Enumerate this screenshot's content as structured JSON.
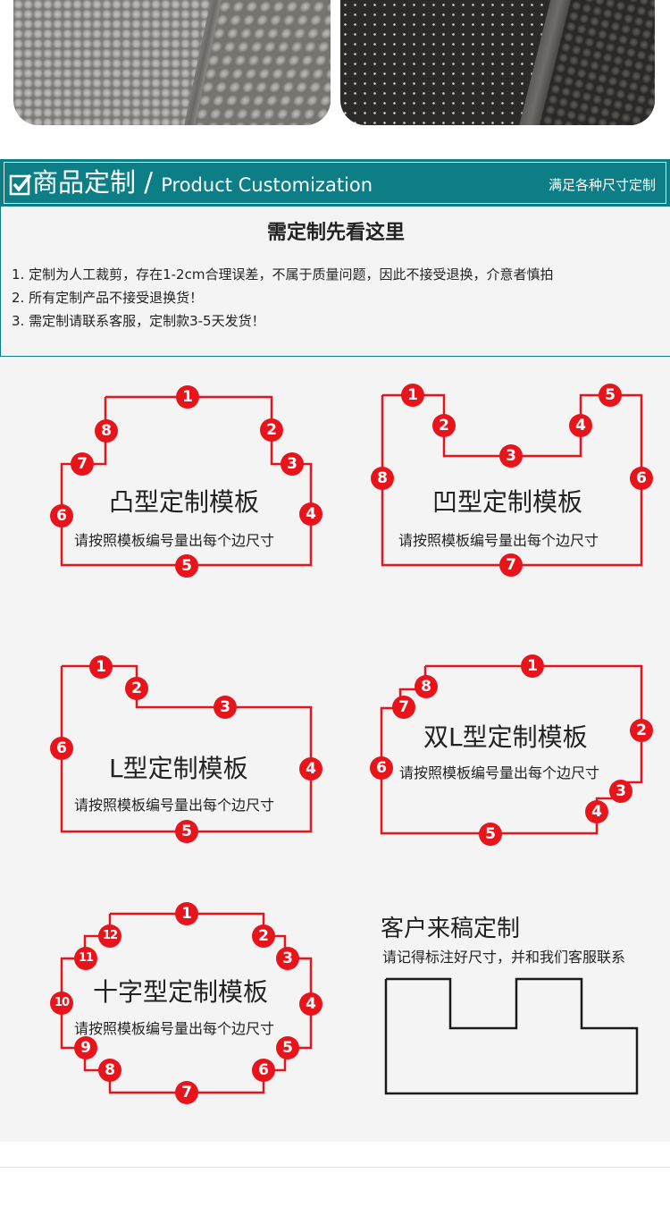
{
  "banner": {
    "title": "商品定制",
    "separator": "/",
    "title_en": "Product Customization",
    "note": "满足各种尺寸定制",
    "bg_color": "#0e7e86"
  },
  "notice": {
    "title": "需定制先看这里",
    "items": [
      "1.  定制为人工裁剪，存在1-2cm合理误差，不属于质量问题，因此不接受退换，介意者慎拍",
      "2.  所有定制产品不接受退换货！",
      "3.  需定制请联系客服，定制款3-5天发货！"
    ]
  },
  "templates": {
    "convex": {
      "title": "凸型定制模板",
      "sub": "请按照模板编号量出每个边尺寸",
      "numbers": [
        "1",
        "2",
        "3",
        "4",
        "5",
        "6",
        "7",
        "8"
      ]
    },
    "concave": {
      "title": "凹型定制模板",
      "sub": "请按照模板编号量出每个边尺寸",
      "numbers": [
        "1",
        "2",
        "3",
        "4",
        "5",
        "6",
        "7",
        "8"
      ]
    },
    "l_shape": {
      "title": "L型定制模板",
      "sub": "请按照模板编号量出每个边尺寸",
      "numbers": [
        "1",
        "2",
        "3",
        "4",
        "5",
        "6"
      ]
    },
    "double_l": {
      "title": "双L型定制模板",
      "sub": "请按照模板编号量出每个边尺寸",
      "numbers": [
        "1",
        "2",
        "3",
        "4",
        "5",
        "6",
        "7",
        "8"
      ]
    },
    "cross": {
      "title": "十字型定制模板",
      "sub": "请按照模板编号量出每个边尺寸",
      "numbers": [
        "1",
        "2",
        "3",
        "4",
        "5",
        "6",
        "7",
        "8",
        "9",
        "10",
        "11",
        "12"
      ]
    },
    "client": {
      "title": "客户来稿定制",
      "sub": "请记得标注好尺寸，并和我们客服联系"
    }
  },
  "colors": {
    "outline": "#e8141c",
    "badge": "#e8141c",
    "sketch": "#1a1a1a"
  },
  "icons": {
    "banner_icon": "check-icon"
  }
}
